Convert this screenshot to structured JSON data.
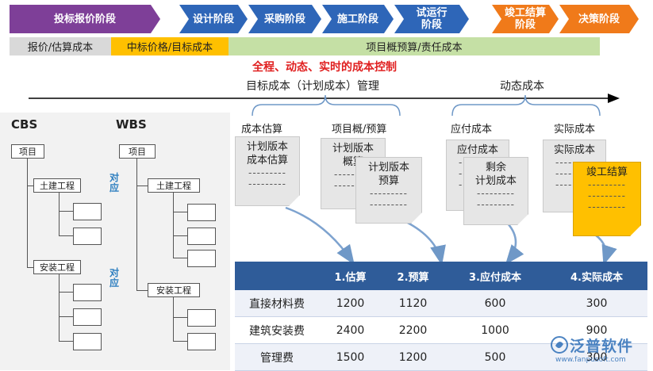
{
  "stages": [
    "投标报价阶段",
    "设计阶段",
    "采购阶段",
    "施工阶段",
    "试运行\n阶段",
    "竣工结算\n阶段",
    "决策阶段"
  ],
  "bars": [
    "报价/估算成本",
    "中标价格/目标成本",
    "项目概预算/责任成本"
  ],
  "banner": "全程、动态、实时的成本控制",
  "target_label": "目标成本（计划成本）管理",
  "dynamic_label": "动态成本",
  "col_titles": [
    "成本估算",
    "项目概/预算",
    "应付成本",
    "实际成本"
  ],
  "docs": {
    "d1": [
      "计划版本",
      "成本估算"
    ],
    "d2a": [
      "计划版本",
      "概算"
    ],
    "d2b": [
      "计划版本",
      "预算"
    ],
    "d3a": [
      "应付成本"
    ],
    "d3b": [
      "剩余",
      "计划成本"
    ],
    "d4a": [
      "实际成本"
    ],
    "d4b": [
      "竣工结算"
    ],
    "dash": "---------"
  },
  "cbs": {
    "title": "CBS",
    "root": "项目",
    "n1": "土建工程",
    "n2": "安装工程"
  },
  "wbs": {
    "title": "WBS",
    "root": "项目",
    "n1": "土建工程",
    "n2": "安装工程"
  },
  "corr": "对\n应",
  "table": {
    "headers": [
      "",
      "1.估算",
      "2.预算",
      "3.应付成本",
      "4.实际成本"
    ],
    "rows": [
      [
        "直接材料费",
        "1200",
        "1120",
        "600",
        "300"
      ],
      [
        "建筑安装费",
        "2400",
        "2200",
        "1000",
        "900"
      ],
      [
        "管理费",
        "1500",
        "1200",
        "500",
        "300"
      ]
    ]
  },
  "watermark": {
    "brand": "泛普软件",
    "url": "www.fanpusoft.com"
  },
  "colors": {
    "stage_purple": "#7e3f98",
    "stage_blue": "#2e66b8",
    "stage_orange": "#f07a1a",
    "bar_gray": "#d9d9d9",
    "bar_yellow": "#ffc000",
    "bar_green": "#c5e0a5",
    "banner_red": "#e02020",
    "table_header": "#2f5c99"
  }
}
